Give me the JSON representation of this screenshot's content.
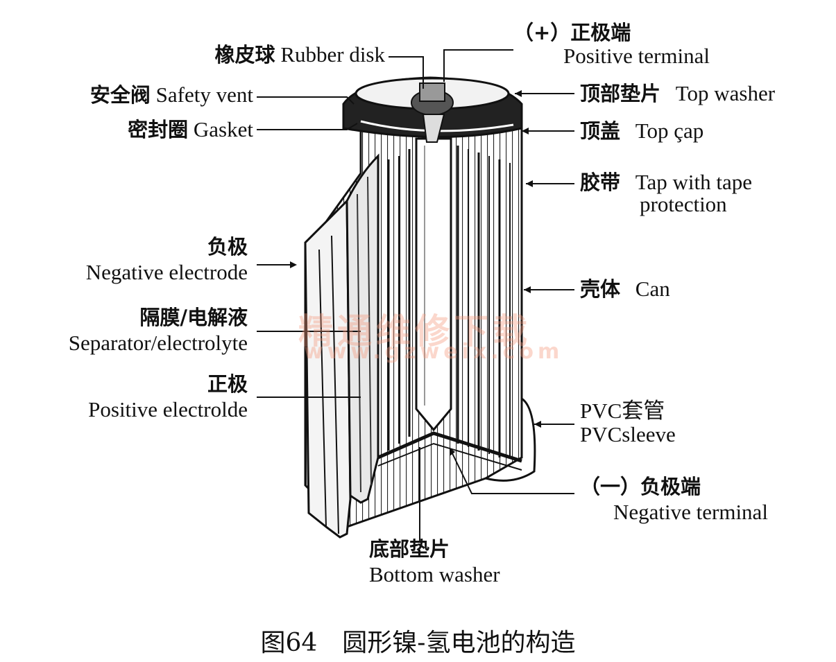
{
  "labels": {
    "positive_terminal": {
      "zh": "（+）正极端",
      "en": "Positive terminal"
    },
    "rubber_disk": {
      "zh": "橡皮球",
      "en": "Rubber disk"
    },
    "safety_vent": {
      "zh": "安全阀",
      "en": "Safety vent"
    },
    "gasket": {
      "zh": "密封圈",
      "en": "Gasket"
    },
    "top_washer": {
      "zh": "顶部垫片",
      "en": "Top washer"
    },
    "top_cap": {
      "zh": "顶盖",
      "en": "Top çap"
    },
    "tap_tape": {
      "zh": "胶带",
      "en": "Tap with tape",
      "en2": "protection"
    },
    "negative_electrode": {
      "zh": "负极",
      "en": "Negative electrode"
    },
    "can": {
      "zh": "壳体",
      "en": "Can"
    },
    "separator": {
      "zh": "隔膜/电解液",
      "en": "Separator/electrolyte"
    },
    "positive_electrode": {
      "zh": "正极",
      "en": "Positive electrolde"
    },
    "pvc_sleeve": {
      "zh": "PVC套管",
      "en": "PVCsleeve"
    },
    "negative_terminal": {
      "zh": "（一）负极端",
      "en": "Negative terminal"
    },
    "bottom_washer": {
      "zh": "底部垫片",
      "en": "Bottom washer"
    }
  },
  "watermark": {
    "line1": "精通维修下载",
    "line2": "www.gzweix.com"
  },
  "caption": "图64　圆形镍-氢电池的构造"
}
